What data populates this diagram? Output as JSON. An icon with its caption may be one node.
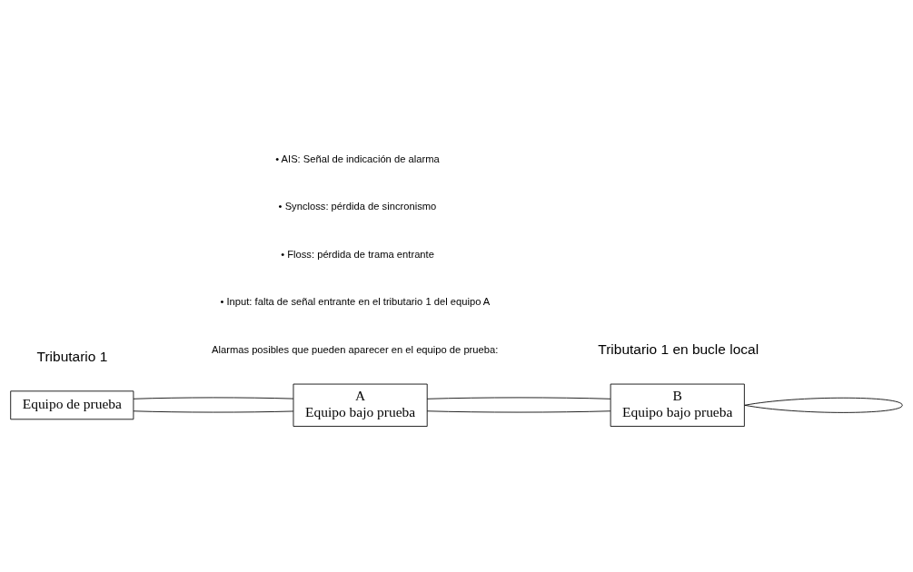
{
  "diagram": {
    "nodes": [
      {
        "text": [
          "Equipo de prueba"
        ]
      },
      {
        "text": [
          "A",
          "Equipo bajo prueba"
        ]
      },
      {
        "text": [
          "B",
          "Equipo bajo prueba"
        ]
      }
    ],
    "edges": [
      {
        "from": 0,
        "to": 1,
        "arrow": "none"
      },
      {
        "from": 0,
        "to": 1,
        "arrow": "none"
      },
      {
        "from": 1,
        "to": 2,
        "arrow": "none"
      },
      {
        "from": 1,
        "to": 2,
        "arrow": "none"
      },
      {
        "from": 2,
        "to": 2,
        "arrow": "none"
      }
    ],
    "labels": [
      "Tributario 1",
      "Tributario 1 en bucle local",
      "Alarmas posibles que pueden aparecer en el equipo de prueba:",
      "• Input: falta de señal entrante en el tributario 1 del equipo A",
      "• Floss: pérdida de trama entrante",
      "• Syncloss: pérdida de sincronismo",
      "• AIS: Señal de indicación de alarma"
    ]
  }
}
